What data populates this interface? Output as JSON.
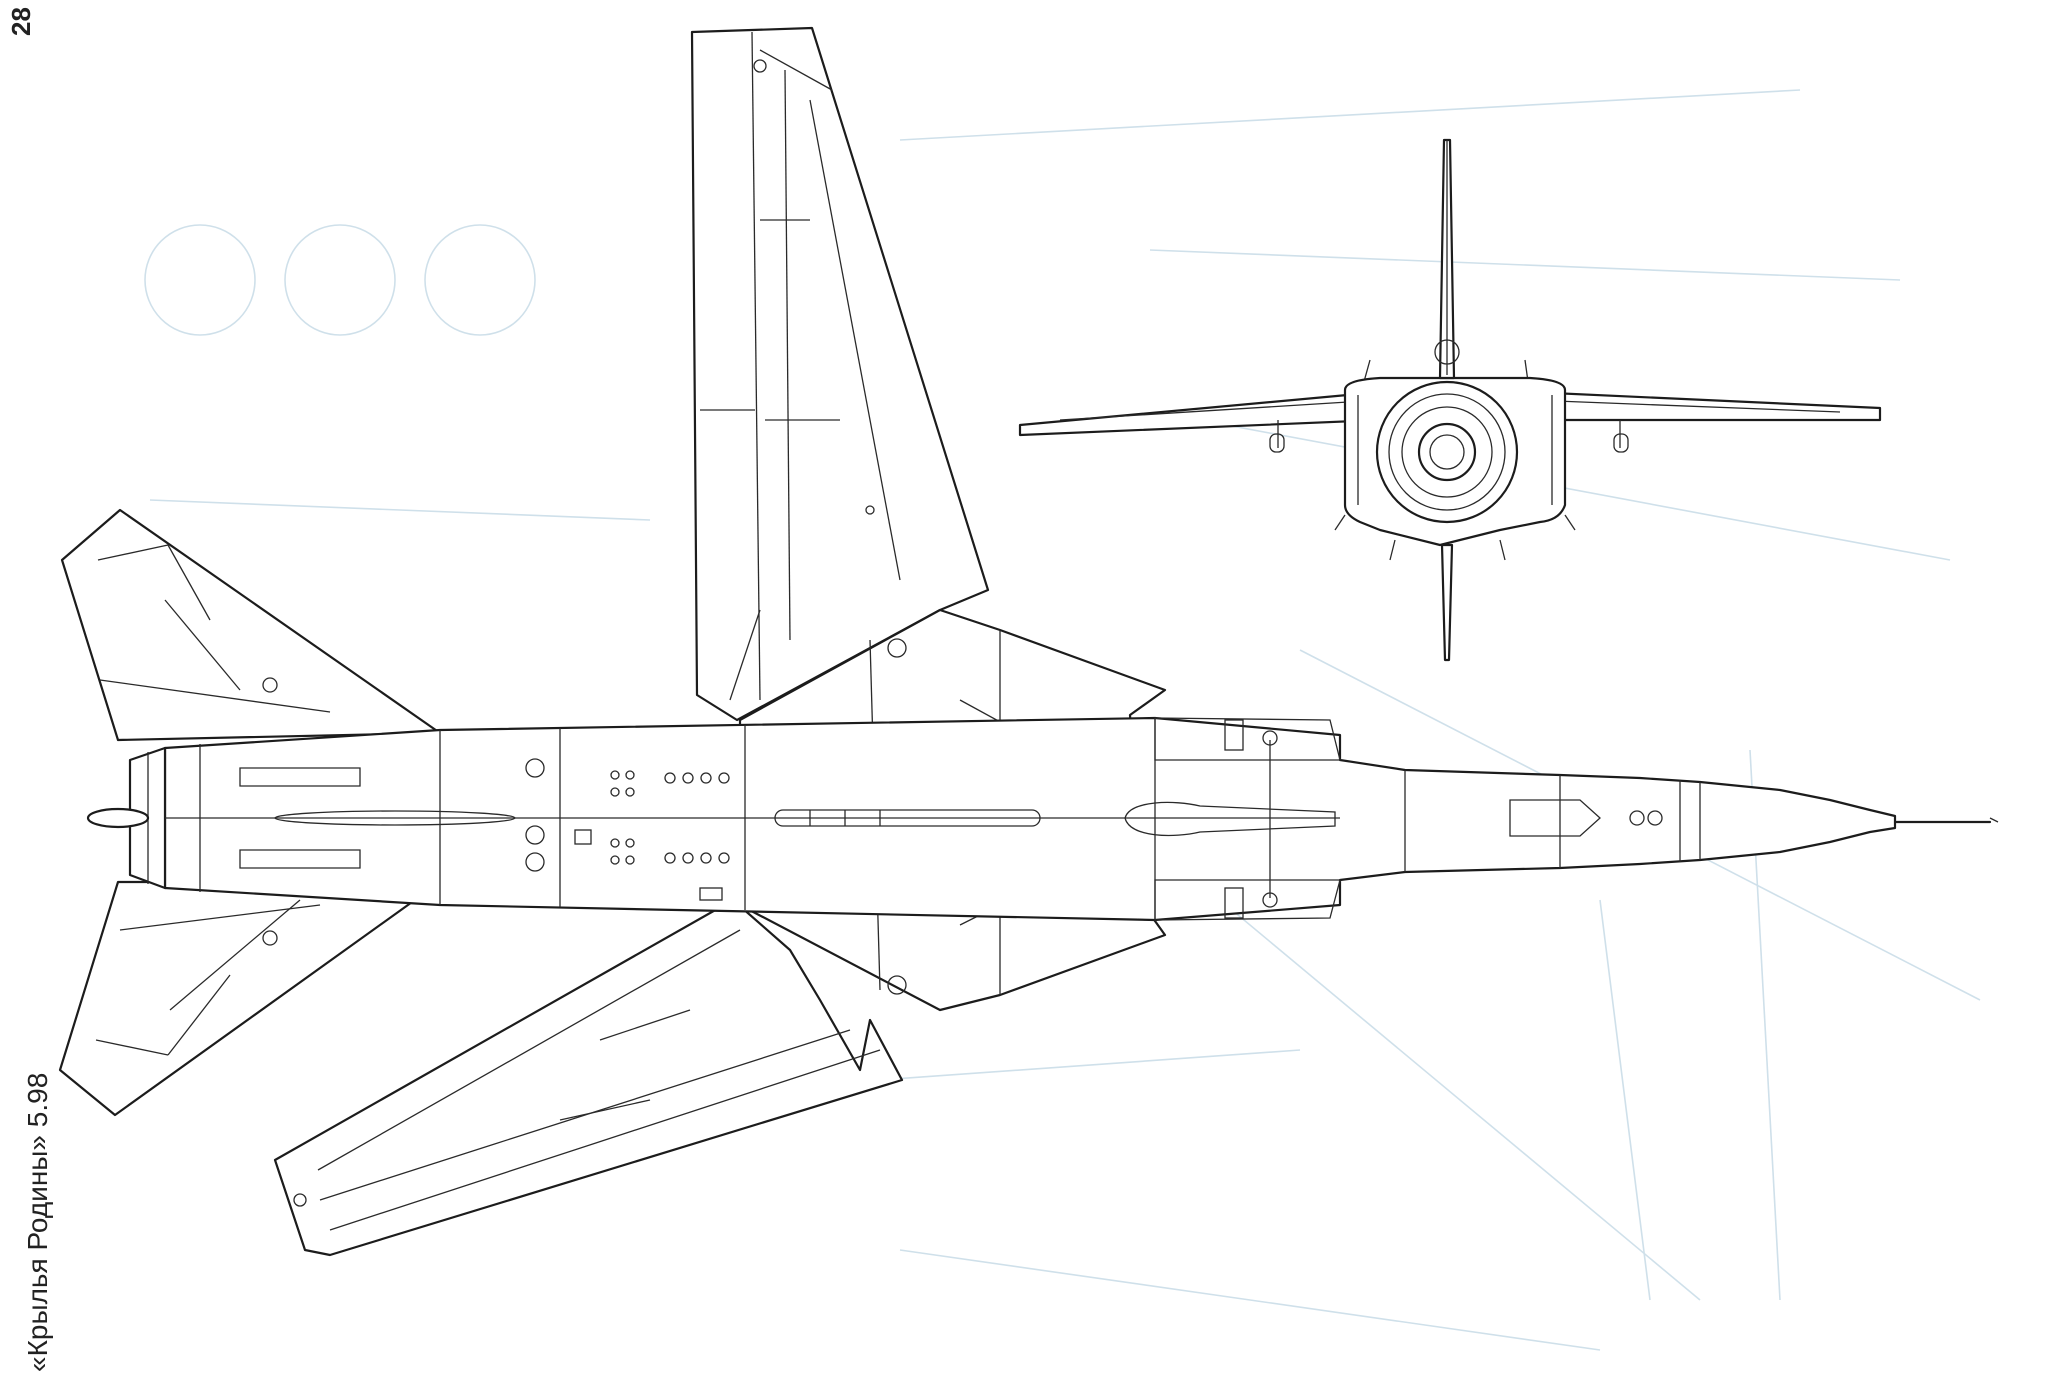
{
  "page": {
    "number": "28",
    "caption": "«Крылья Родины» 5.98"
  },
  "colors": {
    "line": "#1c1c1c",
    "bleed_through": "#cfe0ea",
    "paper": "#ffffff"
  },
  "drawing": {
    "views": [
      "plan-view",
      "front-view"
    ]
  }
}
